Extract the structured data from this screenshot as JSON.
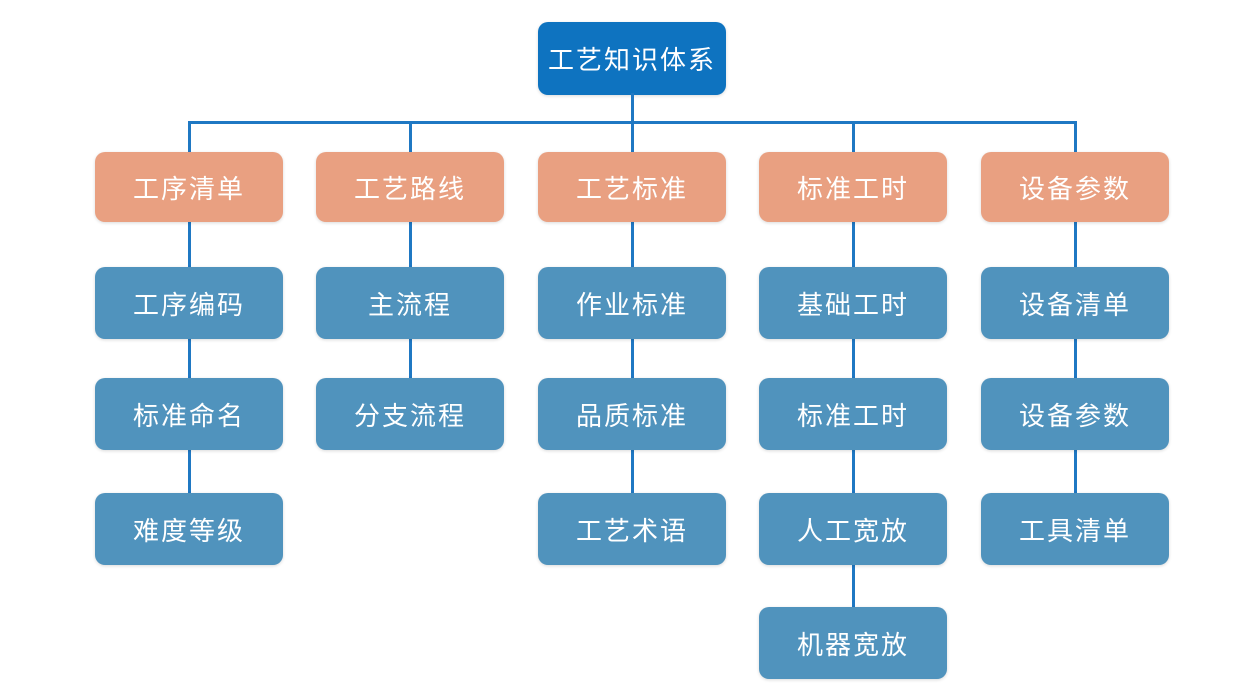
{
  "root": {
    "label": "工艺知识体系"
  },
  "branches": [
    {
      "label": "工序清单",
      "children": [
        "工序编码",
        "标准命名",
        "难度等级"
      ]
    },
    {
      "label": "工艺路线",
      "children": [
        "主流程",
        "分支流程"
      ]
    },
    {
      "label": "工艺标准",
      "children": [
        "作业标准",
        "品质标准",
        "工艺术语"
      ]
    },
    {
      "label": "标准工时",
      "children": [
        "基础工时",
        "标准工时",
        "人工宽放",
        "机器宽放"
      ]
    },
    {
      "label": "设备参数",
      "children": [
        "设备清单",
        "设备参数",
        "工具清单"
      ]
    }
  ],
  "colors": {
    "root_bg": "#0e73c0",
    "branch_bg": "#e9a081",
    "node_bg": "#5093bd",
    "connector": "#1f78c3",
    "text": "#ffffff",
    "background": "#ffffff"
  }
}
